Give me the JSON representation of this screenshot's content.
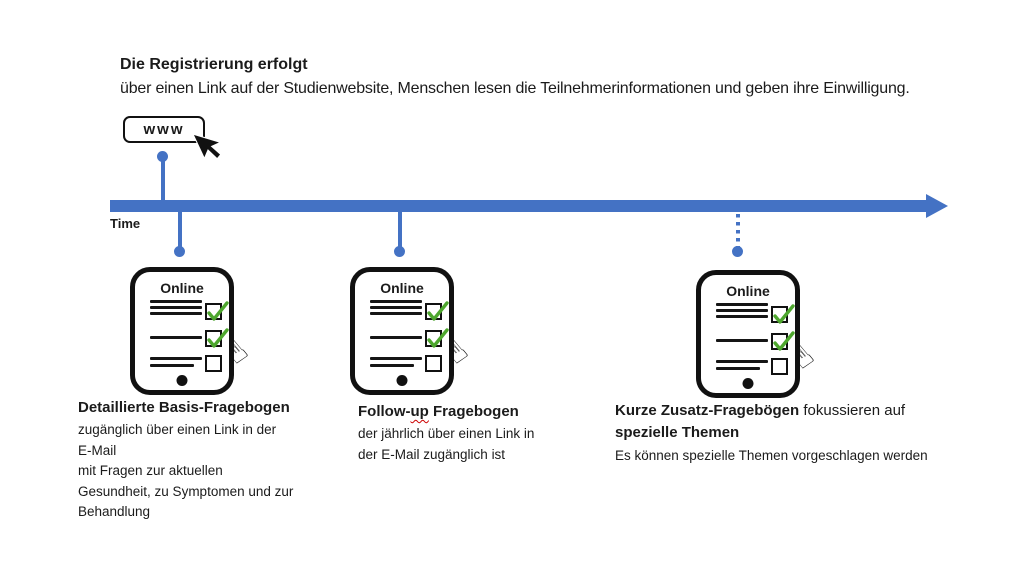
{
  "colors": {
    "timeline_blue": "#4472C4",
    "check_green": "#4EA72E",
    "spellcheck_red": "#CC0000",
    "ink_black": "#111111"
  },
  "icons": {
    "hand_cursor": "☝",
    "arrow_cursor": "mouse-pointer",
    "www_globe_box": "www-link-button"
  },
  "header": {
    "title": "Die Registrierung erfolgt",
    "subtitle": "über einen Link auf der Studienwebsite, Menschen lesen die Teilnehmerinformationen und geben ihre Einwilligung."
  },
  "www": {
    "label": "www"
  },
  "timeline": {
    "label": "Time"
  },
  "tablets": [
    {
      "label": "Online",
      "checkboxes": [
        "checked",
        "checked",
        "empty"
      ],
      "connector": "solid"
    },
    {
      "label": "Online",
      "checkboxes": [
        "checked",
        "checked",
        "empty"
      ],
      "connector": "solid"
    },
    {
      "label": "Online",
      "checkboxes": [
        "checked",
        "checked",
        "empty"
      ],
      "connector": "dotted"
    }
  ],
  "captions": [
    {
      "title": "Detaillierte Basis-Fragebogen",
      "lines": [
        "zugänglich über einen Link in der",
        "E-Mail",
        "mit Fragen zur aktuellen",
        "Gesundheit, zu Symptomen und zur",
        "Behandlung"
      ]
    },
    {
      "title_pre": "Follow-",
      "title_up": "up",
      "title_post": " Fragebogen",
      "lines": [
        "der jährlich über einen Link in",
        "der E-Mail zugänglich ist"
      ]
    },
    {
      "bold1": "Kurze Zusatz-Fragebögen",
      "regular1": " fokussieren auf",
      "bold2": "spezielle Themen",
      "line": "Es können spezielle Themen vorgeschlagen werden"
    }
  ]
}
